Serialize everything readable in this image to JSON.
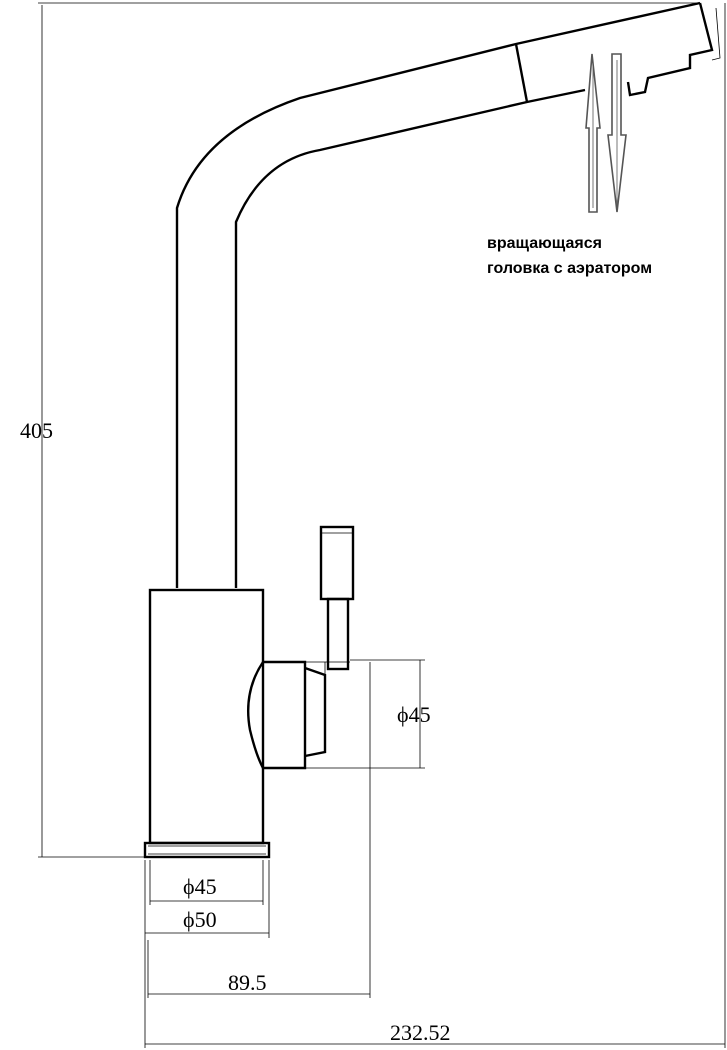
{
  "dimensions": {
    "height": "405",
    "base_inner": "ϕ45",
    "base_outer": "ϕ50",
    "handle_dia": "ϕ45",
    "handle_reach": "89.5",
    "total_reach": "232.52"
  },
  "note": {
    "line1": "вращающаяся",
    "line2": "головка с аэратором"
  },
  "colors": {
    "line": "#000000",
    "arrow": "#555555",
    "background": "#ffffff"
  }
}
